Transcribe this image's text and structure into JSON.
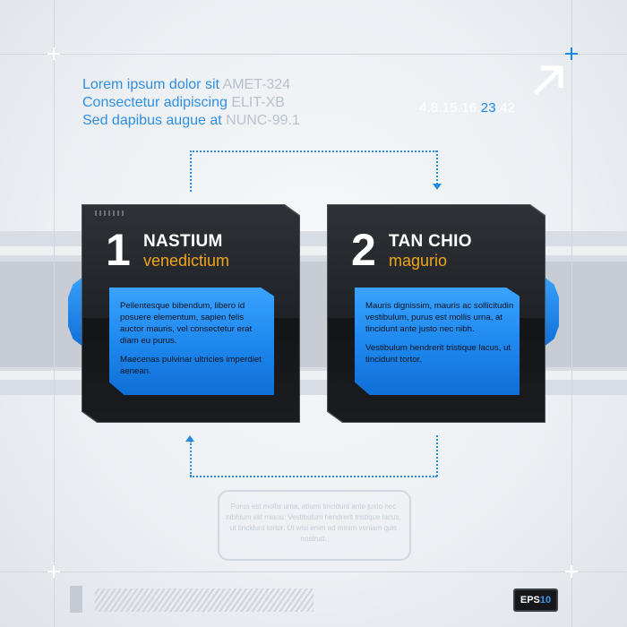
{
  "header": {
    "lines": [
      {
        "text": "Lorem ipsum dolor sit",
        "code": "AMET-324"
      },
      {
        "text": "Consectetur adipiscing",
        "code": "ELIT-XB"
      },
      {
        "text": "Sed dapibus augue at",
        "code": "NUNC-99.1"
      }
    ]
  },
  "sequence": {
    "before": "4.8.15.16",
    "highlight": "23",
    "after": "42"
  },
  "cards": [
    {
      "number": "1",
      "title": "NASTIUM",
      "subtitle": "venedictium",
      "paragraph1": "Pellentesque bibendum, libero id posuere elementum, sapien felis auctor mauris, vel consectetur erat diam eu purus.",
      "paragraph2": "Maecenas pulvinar ultricies imperdiet aenean."
    },
    {
      "number": "2",
      "title": "TAN CHIO",
      "subtitle": "magurio",
      "paragraph1": "Mauris dignissim, mauris ac sollicitudin vestibulum, purus est mollis urna, at tincidunt ante justo nec nibh.",
      "paragraph2": "Vestibulum hendrerit tristique lacus, ut tincidunt tortor."
    }
  ],
  "footer": {
    "text": "Purus est mollis urna, atiumi tincidunt ante justo nec nibhium elit miaou. Vestibulum hendrerit tristique lacus, ut tincidunt tortor. Ut wisi enim ad minim veniam quis nostrud."
  },
  "badge": {
    "label": "EPS",
    "version": "10"
  },
  "colors": {
    "accent": "#1e88e5",
    "subtitle": "#f0a51a",
    "card": "#1f2226"
  },
  "icons": [
    "arrow-up-right-icon",
    "plus-icon"
  ]
}
